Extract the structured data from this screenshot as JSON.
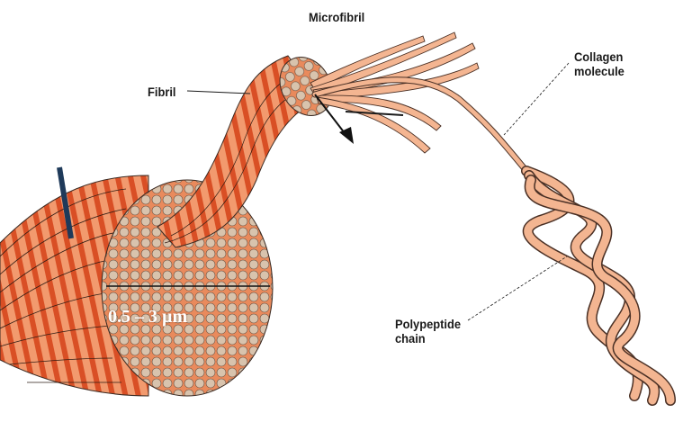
{
  "labels": {
    "microfibril": "Microfibril",
    "fibril": "Fibril",
    "collagen_molecule_line1": "Collagen",
    "collagen_molecule_line2": "molecule",
    "polypeptide_line1": "Polypeptide",
    "polypeptide_line2": "chain",
    "fiber_diameter": "0.5 – 3 µm"
  },
  "colors": {
    "fiber_orange": "#e8734a",
    "fiber_light": "#f4b08a",
    "bundle_fill": "#d9c6b3",
    "strand_fill": "#f3b591",
    "outline": "#3a2a22",
    "pointer_bar": "#1f3a5a"
  }
}
